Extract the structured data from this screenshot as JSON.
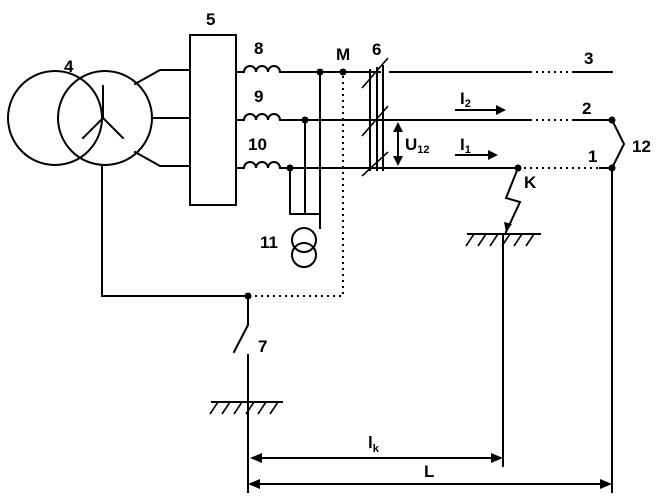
{
  "labels": {
    "transformer": "4",
    "breaker": "5",
    "disconnector": "6",
    "earth_switch": "7",
    "reactor_top": "8",
    "reactor_mid": "9",
    "reactor_bot": "10",
    "voltage_transformer": "11",
    "shorting_link": "12",
    "line3": "3",
    "line2": "2",
    "line1": "1",
    "node_m": "M",
    "fault_point": "K",
    "current_i2": "I",
    "current_i2_sub": "2",
    "current_i1": "I",
    "current_i1_sub": "1",
    "voltage": "U",
    "voltage_sub": "12",
    "distance_k": "l",
    "distance_k_sub": "k",
    "distance_total": "L"
  }
}
